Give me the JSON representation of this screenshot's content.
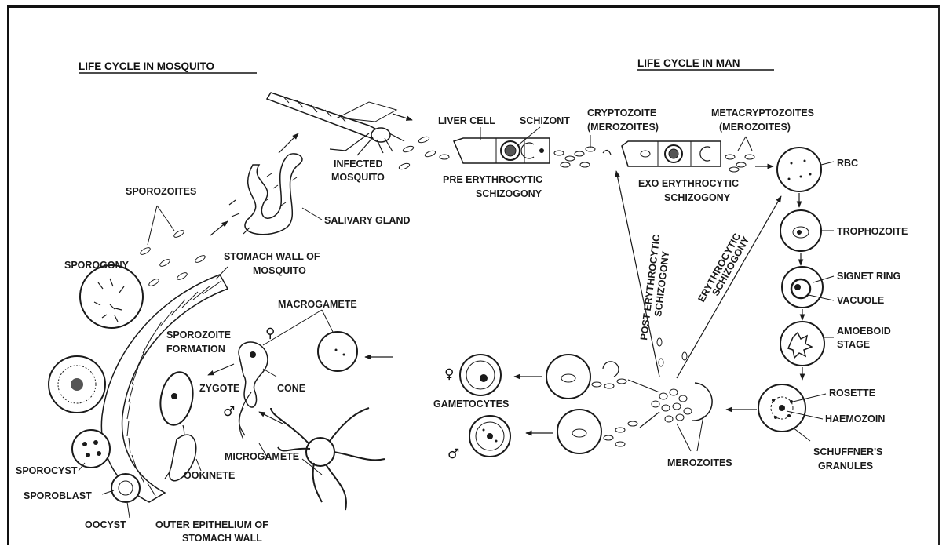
{
  "titles": {
    "mosquito": "LIFE CYCLE IN MOSQUITO",
    "man": "LIFE CYCLE IN MAN"
  },
  "labels": {
    "liver_cell": "LIVER CELL",
    "schizont": "SCHIZONT",
    "cryptozoite_1": "CRYPTOZOITE",
    "cryptozoite_2": "(MEROZOITES)",
    "metacryptozoites_1": "METACRYPTOZOITES",
    "metacryptozoites_2": "(MEROZOITES)",
    "infected_mosquito_1": "INFECTED",
    "infected_mosquito_2": "MOSQUITO",
    "pre_erythrocytic_1": "PRE ERYTHROCYTIC",
    "pre_erythrocytic_2": "SCHIZOGONY",
    "exo_erythrocytic_1": "EXO ERYTHROCYTIC",
    "exo_erythrocytic_2": "SCHIZOGONY",
    "rbc": "RBC",
    "sporozoites": "SPOROZOITES",
    "salivary_gland": "SALIVARY GLAND",
    "trophozoite": "TROPHOZOITE",
    "post_erythrocytic_1": "POST ERYTHROCYTIC",
    "post_erythrocytic_2": "SCHIZOGONY",
    "erythrocytic_1": "ERYTHROCYTIC",
    "erythrocytic_2": "SCHIZOGONY",
    "sporogony": "SPOROGONY",
    "stomach_wall_1": "STOMACH WALL OF",
    "stomach_wall_2": "MOSQUITO",
    "signet_ring": "SIGNET RING",
    "vacuole": "VACUOLE",
    "macrogamete": "MACROGAMETE",
    "sporozoite_formation_1": "SPOROZOITE",
    "sporozoite_formation_2": "FORMATION",
    "amoeboid_1": "AMOEBOID",
    "amoeboid_2": "STAGE",
    "cone": "CONE",
    "zygote": "ZYGOTE",
    "rosette": "ROSETTE",
    "gametocytes": "GAMETOCYTES",
    "haemozoin": "HAEMOZOIN",
    "microgamete": "MICROGAMETE",
    "merozoites": "MEROZOITES",
    "schuffners_1": "SCHUFFNER'S",
    "schuffners_2": "GRANULES",
    "sporocyst": "SPOROCYST",
    "ookinete": "OOKINETE",
    "sporoblast": "SPOROBLAST",
    "oocyst": "OOCYST",
    "outer_epithelium_1": "OUTER EPITHELIUM OF",
    "outer_epithelium_2": "STOMACH WALL",
    "female_symbol": "♀",
    "male_symbol": "♂"
  },
  "colors": {
    "ink": "#1a1a1a",
    "background": "#ffffff"
  }
}
